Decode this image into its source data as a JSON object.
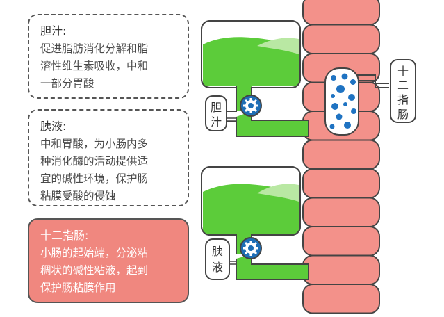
{
  "callouts": {
    "bile": {
      "title": "胆汁:",
      "lines": [
        "促进脂肪消化分解和脂",
        "溶性维生素吸收，中和",
        "一部分胃酸"
      ]
    },
    "pancreatic": {
      "title": "胰液:",
      "lines": [
        "中和胃酸，为小肠内多",
        "种消化酶的活动提供适",
        "宜的碱性环境，保护肠",
        "粘膜受酸的侵蚀"
      ]
    },
    "duodenum": {
      "title": "十二指肠:",
      "lines": [
        "小肠的起始端，分泌粘",
        "稠状的碱性粘液，起到",
        "保护肠粘膜作用"
      ]
    }
  },
  "labels": {
    "bile_tank": [
      "胆",
      "汁"
    ],
    "pancreatic_tank": [
      "胰",
      "液"
    ],
    "duodenum": [
      "十",
      "二",
      "指",
      "肠"
    ]
  },
  "icons": {
    "valve_top": "gear-valve-icon",
    "valve_bottom": "gear-valve-icon"
  },
  "colors": {
    "fluid_green": "#5ccc3a",
    "fluid_light": "#b9e8a3",
    "intestine_pink": "#f3918a",
    "valve_blue": "#1e6eb5",
    "duodenum_callout": "#f0877f",
    "dot_blue": "#1f73c2"
  }
}
